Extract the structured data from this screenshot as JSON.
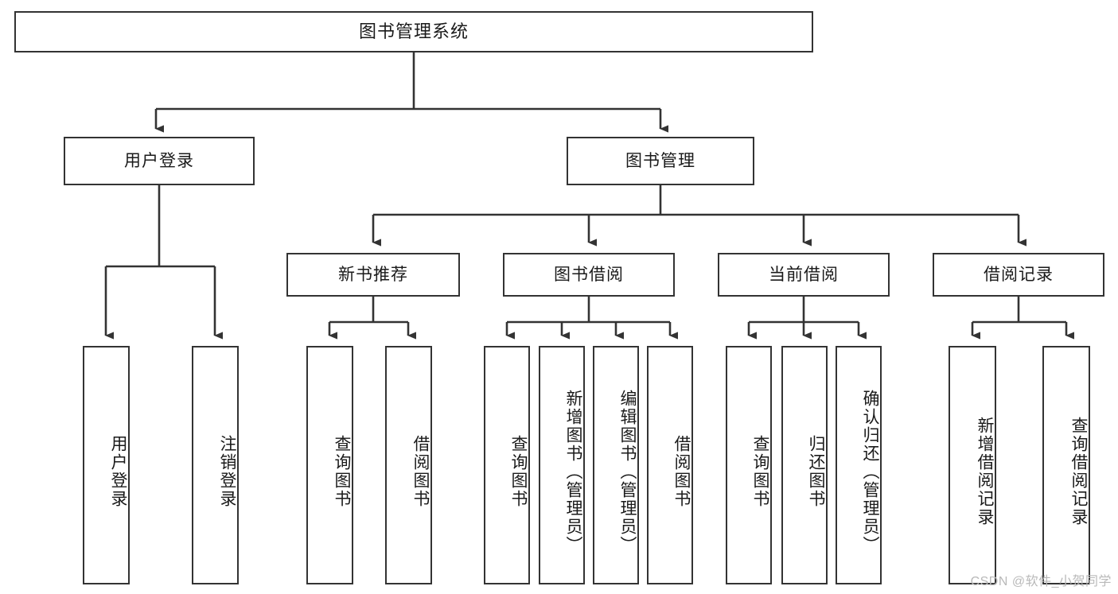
{
  "diagram": {
    "type": "tree-hierarchy-diagram",
    "title": "图书管理系统",
    "colors": {
      "box_border": "#333333",
      "box_fill": "#ffffff",
      "line": "#333333",
      "text": "#1a1a1a",
      "watermark": "#b9b9b9",
      "background": "#ffffff"
    },
    "root": {
      "label": "图书管理系统"
    },
    "level2": [
      {
        "id": "user-login",
        "label": "用户登录"
      },
      {
        "id": "book-management",
        "label": "图书管理"
      }
    ],
    "level3": [
      {
        "id": "new-book-recommend",
        "label": "新书推荐",
        "parent": "book-management"
      },
      {
        "id": "book-borrow",
        "label": "图书借阅",
        "parent": "book-management"
      },
      {
        "id": "current-borrow",
        "label": "当前借阅",
        "parent": "book-management"
      },
      {
        "id": "borrow-record",
        "label": "借阅记录",
        "parent": "book-management"
      }
    ],
    "leaves": [
      {
        "id": "leaf-user-login",
        "label": "用户登录",
        "parent": "user-login"
      },
      {
        "id": "leaf-logout-login",
        "label": "注销登录",
        "parent": "user-login"
      },
      {
        "id": "leaf-query-book-1",
        "label": "查询图书",
        "parent": "new-book-recommend"
      },
      {
        "id": "leaf-borrow-book-1",
        "label": "借阅图书",
        "parent": "new-book-recommend"
      },
      {
        "id": "leaf-query-book-2",
        "label": "查询图书",
        "parent": "book-borrow"
      },
      {
        "id": "leaf-add-book",
        "label": "新增图书（管理员）",
        "parent": "book-borrow"
      },
      {
        "id": "leaf-edit-book",
        "label": "编辑图书（管理员）",
        "parent": "book-borrow"
      },
      {
        "id": "leaf-borrow-book-2",
        "label": "借阅图书",
        "parent": "book-borrow"
      },
      {
        "id": "leaf-query-book-3",
        "label": "查询图书",
        "parent": "current-borrow"
      },
      {
        "id": "leaf-return-book",
        "label": "归还图书",
        "parent": "current-borrow"
      },
      {
        "id": "leaf-confirm-return",
        "label": "确认归还（管理员）",
        "parent": "current-borrow"
      },
      {
        "id": "leaf-add-borrow-record",
        "label": "新增借阅记录",
        "parent": "borrow-record"
      },
      {
        "id": "leaf-query-borrow-record",
        "label": "查询借阅记录",
        "parent": "borrow-record"
      }
    ],
    "watermark": "CSDN @软件_小贺同学"
  }
}
